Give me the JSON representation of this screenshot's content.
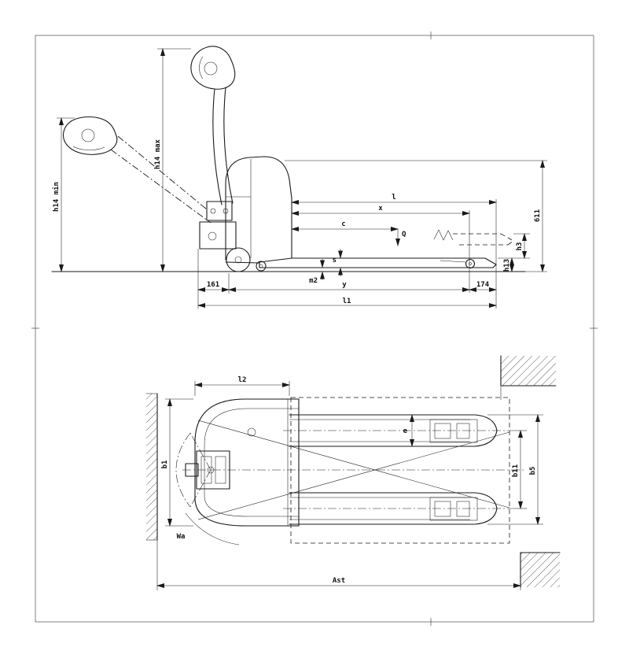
{
  "colors": {
    "line": "#1a1a1a",
    "background": "#ffffff"
  },
  "side_view": {
    "labels": {
      "h14_max": "h14 max",
      "h14_min": "h14 min",
      "l": "l",
      "x": "x",
      "c": "c",
      "q": "Q",
      "overall_height": "611",
      "h3": "h3",
      "h13": "h13",
      "s": "s",
      "m2": "m2",
      "y": "y",
      "dim_161": "161",
      "dim_174": "174",
      "l1": "l1"
    }
  },
  "plan_view": {
    "labels": {
      "l2": "l2",
      "b1": "b1",
      "e": "e",
      "b11": "b11",
      "b5": "b5",
      "wa": "Wa",
      "ast": "Ast"
    }
  }
}
